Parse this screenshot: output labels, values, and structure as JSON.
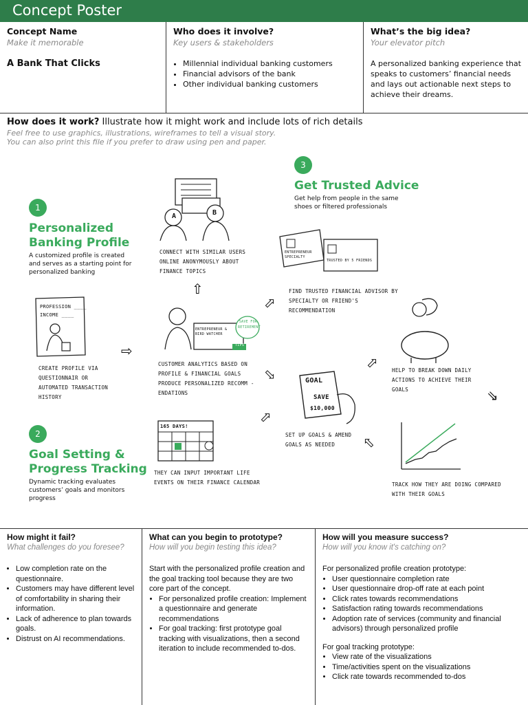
{
  "header": {
    "title": "Concept Poster"
  },
  "concept": {
    "heading": "Concept Name",
    "hint": "Make it memorable",
    "name": "A Bank That Clicks"
  },
  "who": {
    "heading": "Who does it involve?",
    "hint": "Key users & stakeholders",
    "items": [
      "Millennial individual banking customers",
      "Financial advisors of the bank",
      "Other individual banking customers"
    ]
  },
  "idea": {
    "heading": "What’s the big idea?",
    "hint": "Your elevator pitch",
    "text": "A personalized banking experience that speaks to customers’ financial needs and lays out actionable next steps to achieve their dreams."
  },
  "how": {
    "heading": "How does it work?",
    "heading_rest": " Illustrate how it might work and include lots of rich details",
    "hint1": "Feel free to use graphics, illustrations, wireframes to tell a visual story.",
    "hint2": "You can also print this file if you prefer to draw using pen and paper."
  },
  "sections": [
    {
      "num": "1",
      "title_l1": "Personalized",
      "title_l2": "Banking Profile",
      "desc": "A customized profile is created and serves as a starting point for personalized banking"
    },
    {
      "num": "2",
      "title_l1": "Goal Setting &",
      "title_l2": "Progress Tracking",
      "desc": "Dynamic tracking evaluates customers’ goals and monitors progress"
    },
    {
      "num": "3",
      "title_l1": "Get Trusted Advice",
      "title_l2": "",
      "desc": "Get help from people in the same shoes or filtered professionals"
    }
  ],
  "sketch": {
    "profession": "Profession ____",
    "income": "Income ____",
    "create_profile": "Create profile via questionnair or automated transaction history",
    "connect": "Connect with similar users online anonymously about finance topics",
    "analytics": "Customer analytics based on profile & financial goals produce personalized recomm -endations",
    "entrepreneur_card": "Entrepreneur & bird watcher",
    "tips": "Tips",
    "save_retirement": "Save for retirement",
    "calendar": "165 days!",
    "calendar_caption": "They can input important life events on their finance calendar",
    "specialty": "Entrepreneur specialty",
    "trusted_by": "Trusted by 5 friends",
    "find_advisor": "Find trusted financial advisor by specialty or friend's recommendation",
    "goal": "Goal",
    "save": "Save",
    "amount": "$10,000",
    "setup_goals": "Set up goals & amend goals as needed",
    "help_breakdown": "Help to break down daily actions to achieve their goals",
    "track": "Track how they are doing compared with their goals",
    "bubble_a": "A",
    "bubble_b": "B"
  },
  "fail": {
    "heading": "How might it fail?",
    "hint": "What challenges do you foresee?",
    "items": [
      "Low completion rate on the questionnaire.",
      "Customers may have different level of comfortability in sharing their information.",
      "Lack of adherence to plan towards goals.",
      "Distrust on AI recommendations."
    ]
  },
  "prototype": {
    "heading": "What can you begin to prototype?",
    "hint": "How will you begin testing this idea?",
    "intro": "Start with the personalized profile creation and the goal tracking tool because they are two core part of the concept.",
    "items": [
      "For personalized profile creation: Implement a questionnaire and generate recommendations",
      "For goal tracking: first prototype goal tracking with visualizations, then a second iteration to include recommended to-dos."
    ]
  },
  "success": {
    "heading": "How will you measure success?",
    "hint": "How will you know it's catching on?",
    "group1_title": "For personalized profile creation prototype:",
    "group1": [
      "User questionnaire completion rate",
      "User questionnaire drop-off rate at each point",
      "Click rates towards recommendations",
      "Satisfaction rating towards recommendations",
      "Adoption rate of services (community and financial advisors) through personalized profile"
    ],
    "group2_title": "For goal tracking prototype:",
    "group2": [
      "View rate of the visualizations",
      "Time/activities spent on the visualizations",
      "Click rate towards recommended to-dos"
    ]
  },
  "colors": {
    "brand_green": "#2e7d4a",
    "accent_green": "#3aaa5c"
  }
}
